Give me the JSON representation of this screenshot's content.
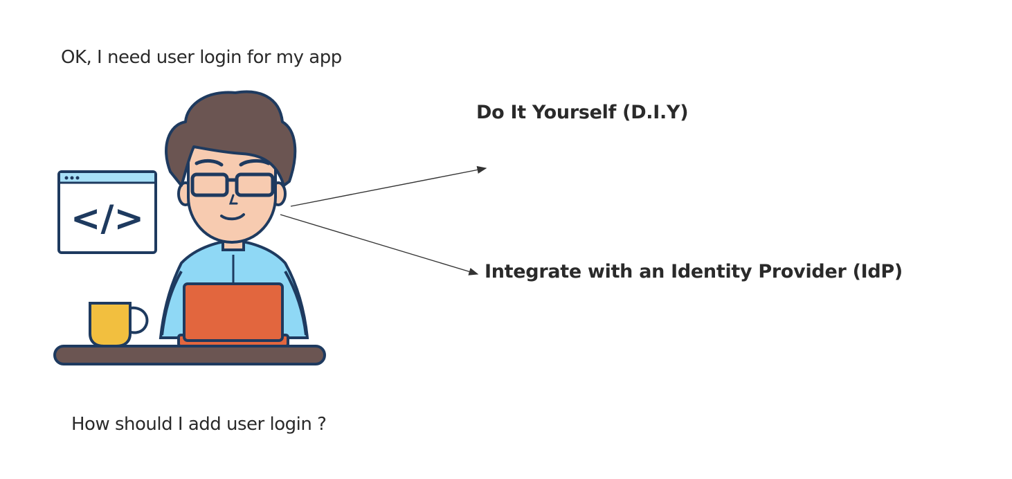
{
  "captions": {
    "top": "OK, I need user login for my app",
    "bottom": "How should I add user login ?"
  },
  "options": {
    "diy": "Do It Yourself (D.I.Y)",
    "idp": "Integrate with an Identity Provider (IdP)"
  },
  "code_window": {
    "symbol": "</>"
  },
  "colors": {
    "outline": "#1e3a5f",
    "hair": "#6b5552",
    "skin": "#f7cbb0",
    "shirt": "#8fd8f5",
    "laptop": "#e2663e",
    "mug": "#f2bf3f",
    "desk": "#6b5552",
    "window_bar": "#a8e0f7",
    "arrow": "#333333"
  }
}
